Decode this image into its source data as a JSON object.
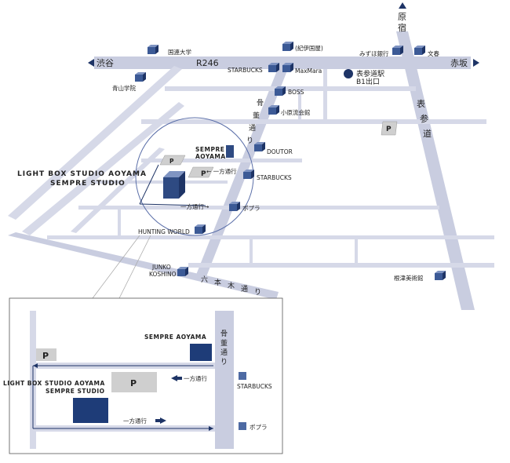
{
  "directions": {
    "shibuya": "渋谷",
    "akasaka": "赤坂",
    "harajuku_1": "原",
    "harajuku_2": "宿"
  },
  "roads": {
    "r246": "R246",
    "omotesando_1": "表",
    "omotesando_2": "参",
    "omotesando_3": "道",
    "kotto_1": "骨",
    "kotto_2": "董",
    "kotto_3": "通",
    "kotto_4": "り",
    "roppongi_1": "六",
    "roppongi_2": "本",
    "roppongi_3": "木",
    "roppongi_4": "通",
    "roppongi_5": "り"
  },
  "landmarks": {
    "kokuren": "国連大学",
    "aoyama_gakuin": "青山学院",
    "kaigo": "(紀伊国屋)",
    "mizuho": "みずほ銀行",
    "bunka": "文春",
    "starbucks_top": "STARBUCKS",
    "maxmara": "MaxMara",
    "station_1": "表参道駅",
    "station_2": "B1出口",
    "boss": "BOSS",
    "kohararyu": "小原流会館",
    "doutor": "DOUTOR",
    "starbucks_mid": "STARBUCKS",
    "sempre_1": "SEMPRE",
    "sempre_2": "AOYAMA",
    "lightbox_1": "LIGHT BOX STUDIO AOYAMA",
    "lightbox_2": "SEMPRE STUDIO",
    "oneway_1": "← 一方通行",
    "oneway_2": "一方通行→",
    "poplar": "ポプラ",
    "hunting": "HUNTING WORLD",
    "junko_1": "JUNKO",
    "junko_2": "KOSHINO",
    "nezu": "根津美術館",
    "parking": "P"
  },
  "inset": {
    "sempre": "SEMPRE AOYAMA",
    "lightbox_1": "LIGHT BOX STUDIO AOYAMA",
    "lightbox_2": "SEMPRE STUDIO",
    "kotto_1": "骨",
    "kotto_2": "董",
    "kotto_3": "通",
    "kotto_4": "り",
    "oneway_1": "一方通行",
    "oneway_2": "一方通行",
    "starbucks": "STARBUCKS",
    "poplar": "ポプラ",
    "parking": "P"
  },
  "colors": {
    "road": "#c9cde0",
    "building": "#2e4a82",
    "building_light": "#4d6aa3",
    "parking": "#cfcfcf",
    "circle": "#5a6ea8"
  }
}
